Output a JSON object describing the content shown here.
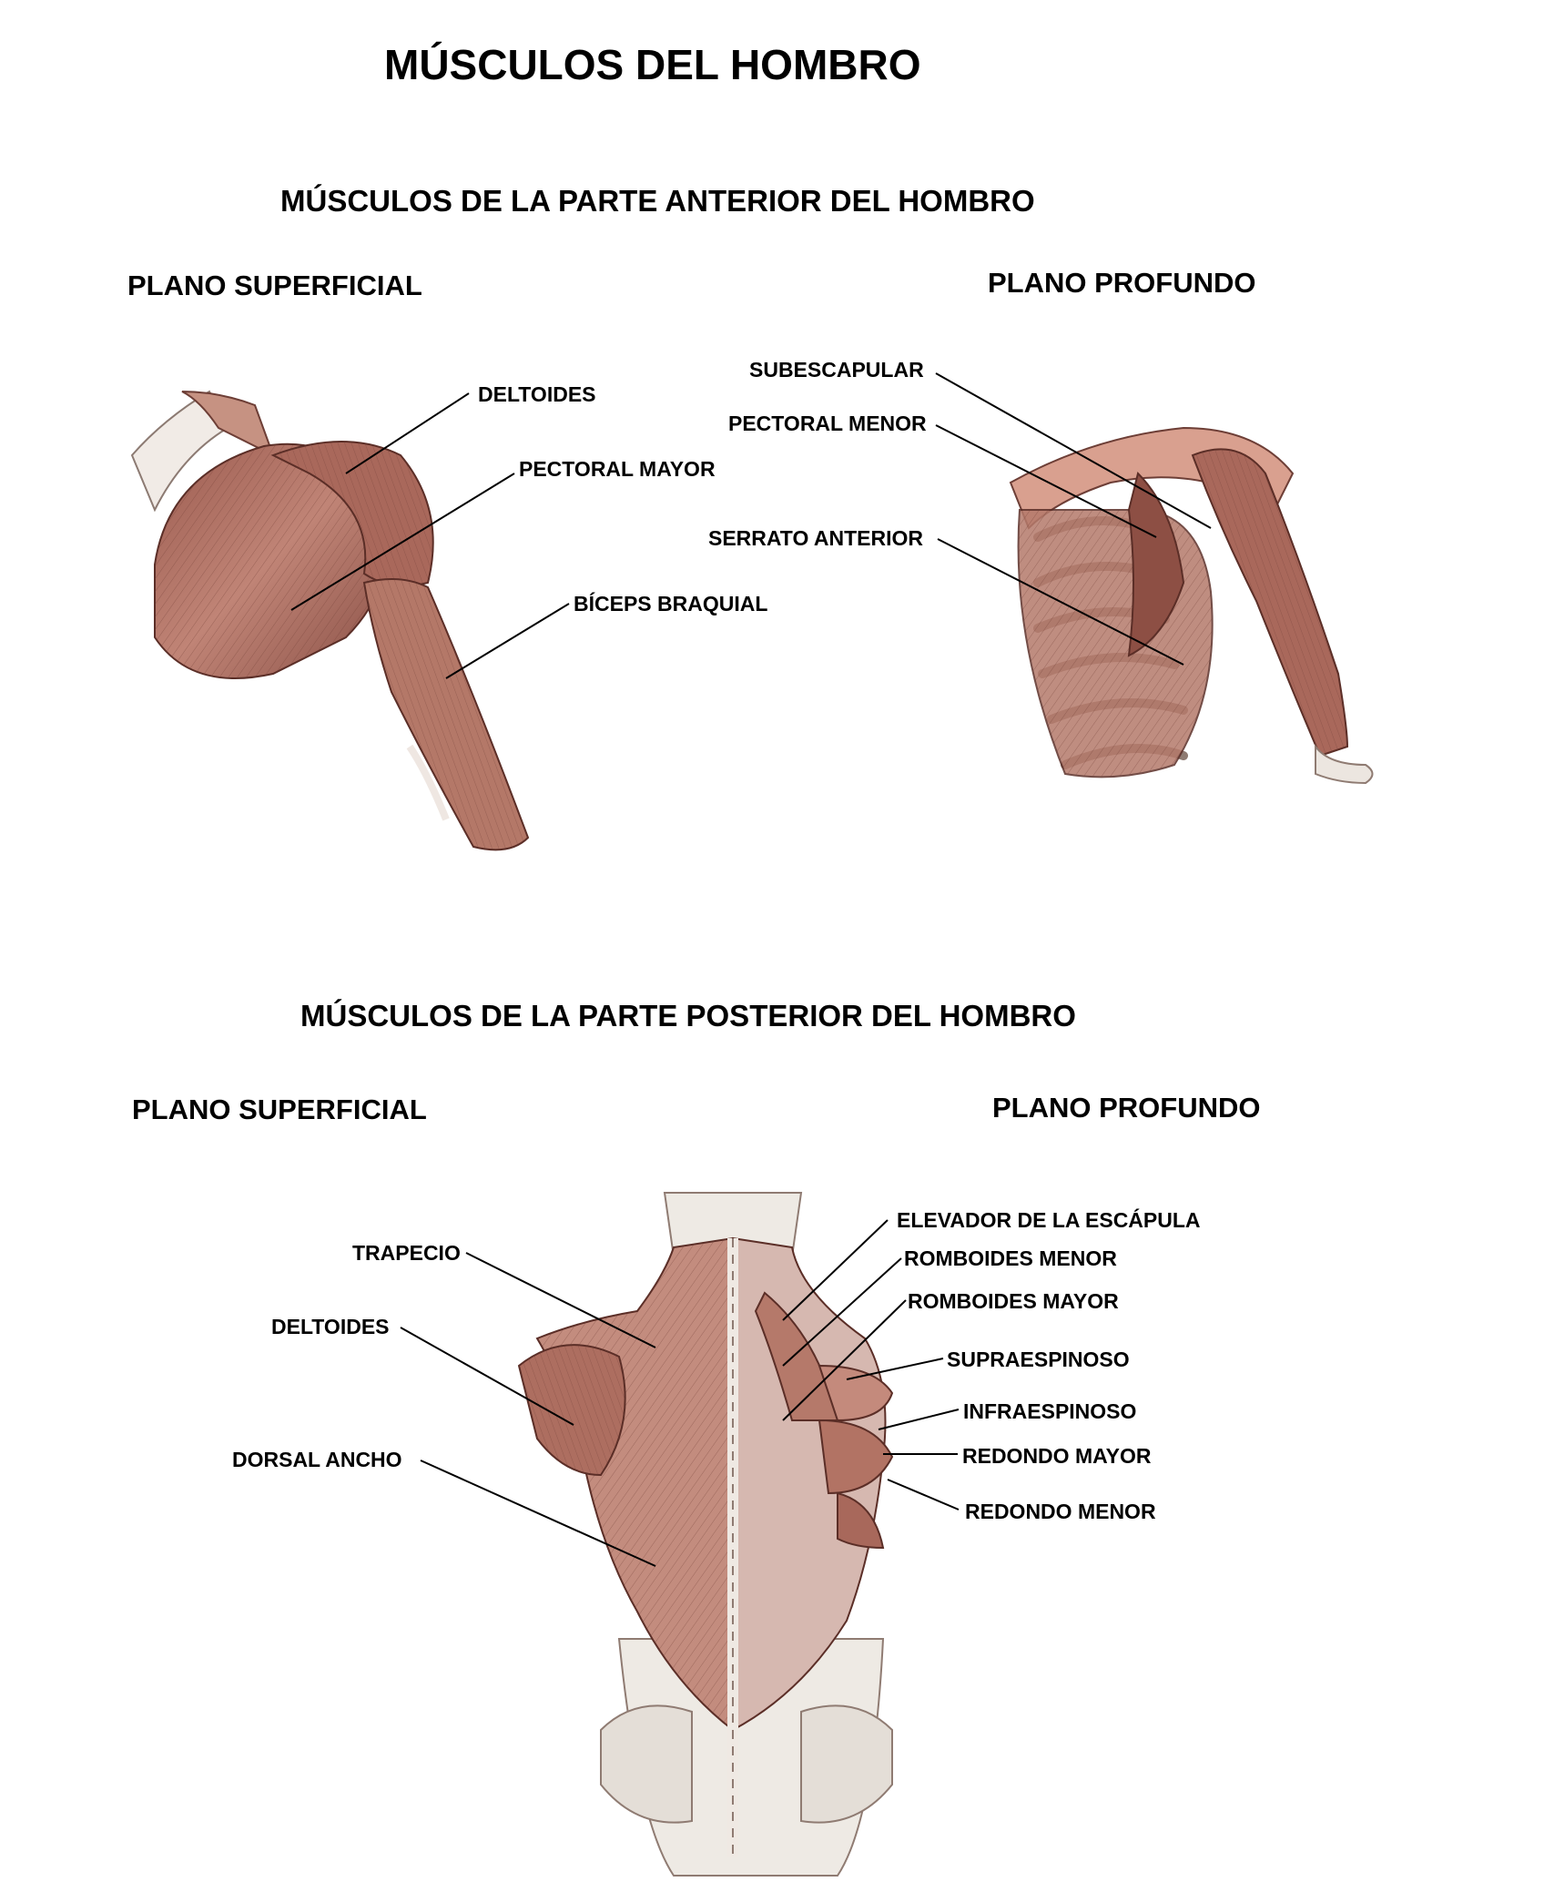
{
  "title": "MÚSCULOS DEL HOMBRO",
  "anterior": {
    "heading": "MÚSCULOS DE LA PARTE ANTERIOR DEL HOMBRO",
    "superficial": {
      "heading": "PLANO SUPERFICIAL",
      "labels": [
        "DELTOIDES",
        "PECTORAL MAYOR",
        "BÍCEPS BRAQUIAL"
      ]
    },
    "profundo": {
      "heading": "PLANO PROFUNDO",
      "labels": [
        "SUBESCAPULAR",
        "PECTORAL MENOR",
        "SERRATO ANTERIOR"
      ]
    }
  },
  "posterior": {
    "heading": "MÚSCULOS DE LA PARTE POSTERIOR DEL HOMBRO",
    "superficial": {
      "heading": "PLANO SUPERFICIAL",
      "labels": [
        "TRAPECIO",
        "DELTOIDES",
        "DORSAL ANCHO"
      ]
    },
    "profundo": {
      "heading": "PLANO PROFUNDO",
      "labels": [
        "ELEVADOR DE LA ESCÁPULA",
        "ROMBOIDES MENOR",
        "ROMBOIDES MAYOR",
        "SUPRAESPINOSO",
        "INFRAESPINOSO",
        "REDONDO MAYOR",
        "REDONDO MENOR"
      ]
    }
  },
  "colors": {
    "muscle": "#b97a6c",
    "muscle_dark": "#7e4a40",
    "bone": "#eeeae4",
    "line": "#000000"
  }
}
